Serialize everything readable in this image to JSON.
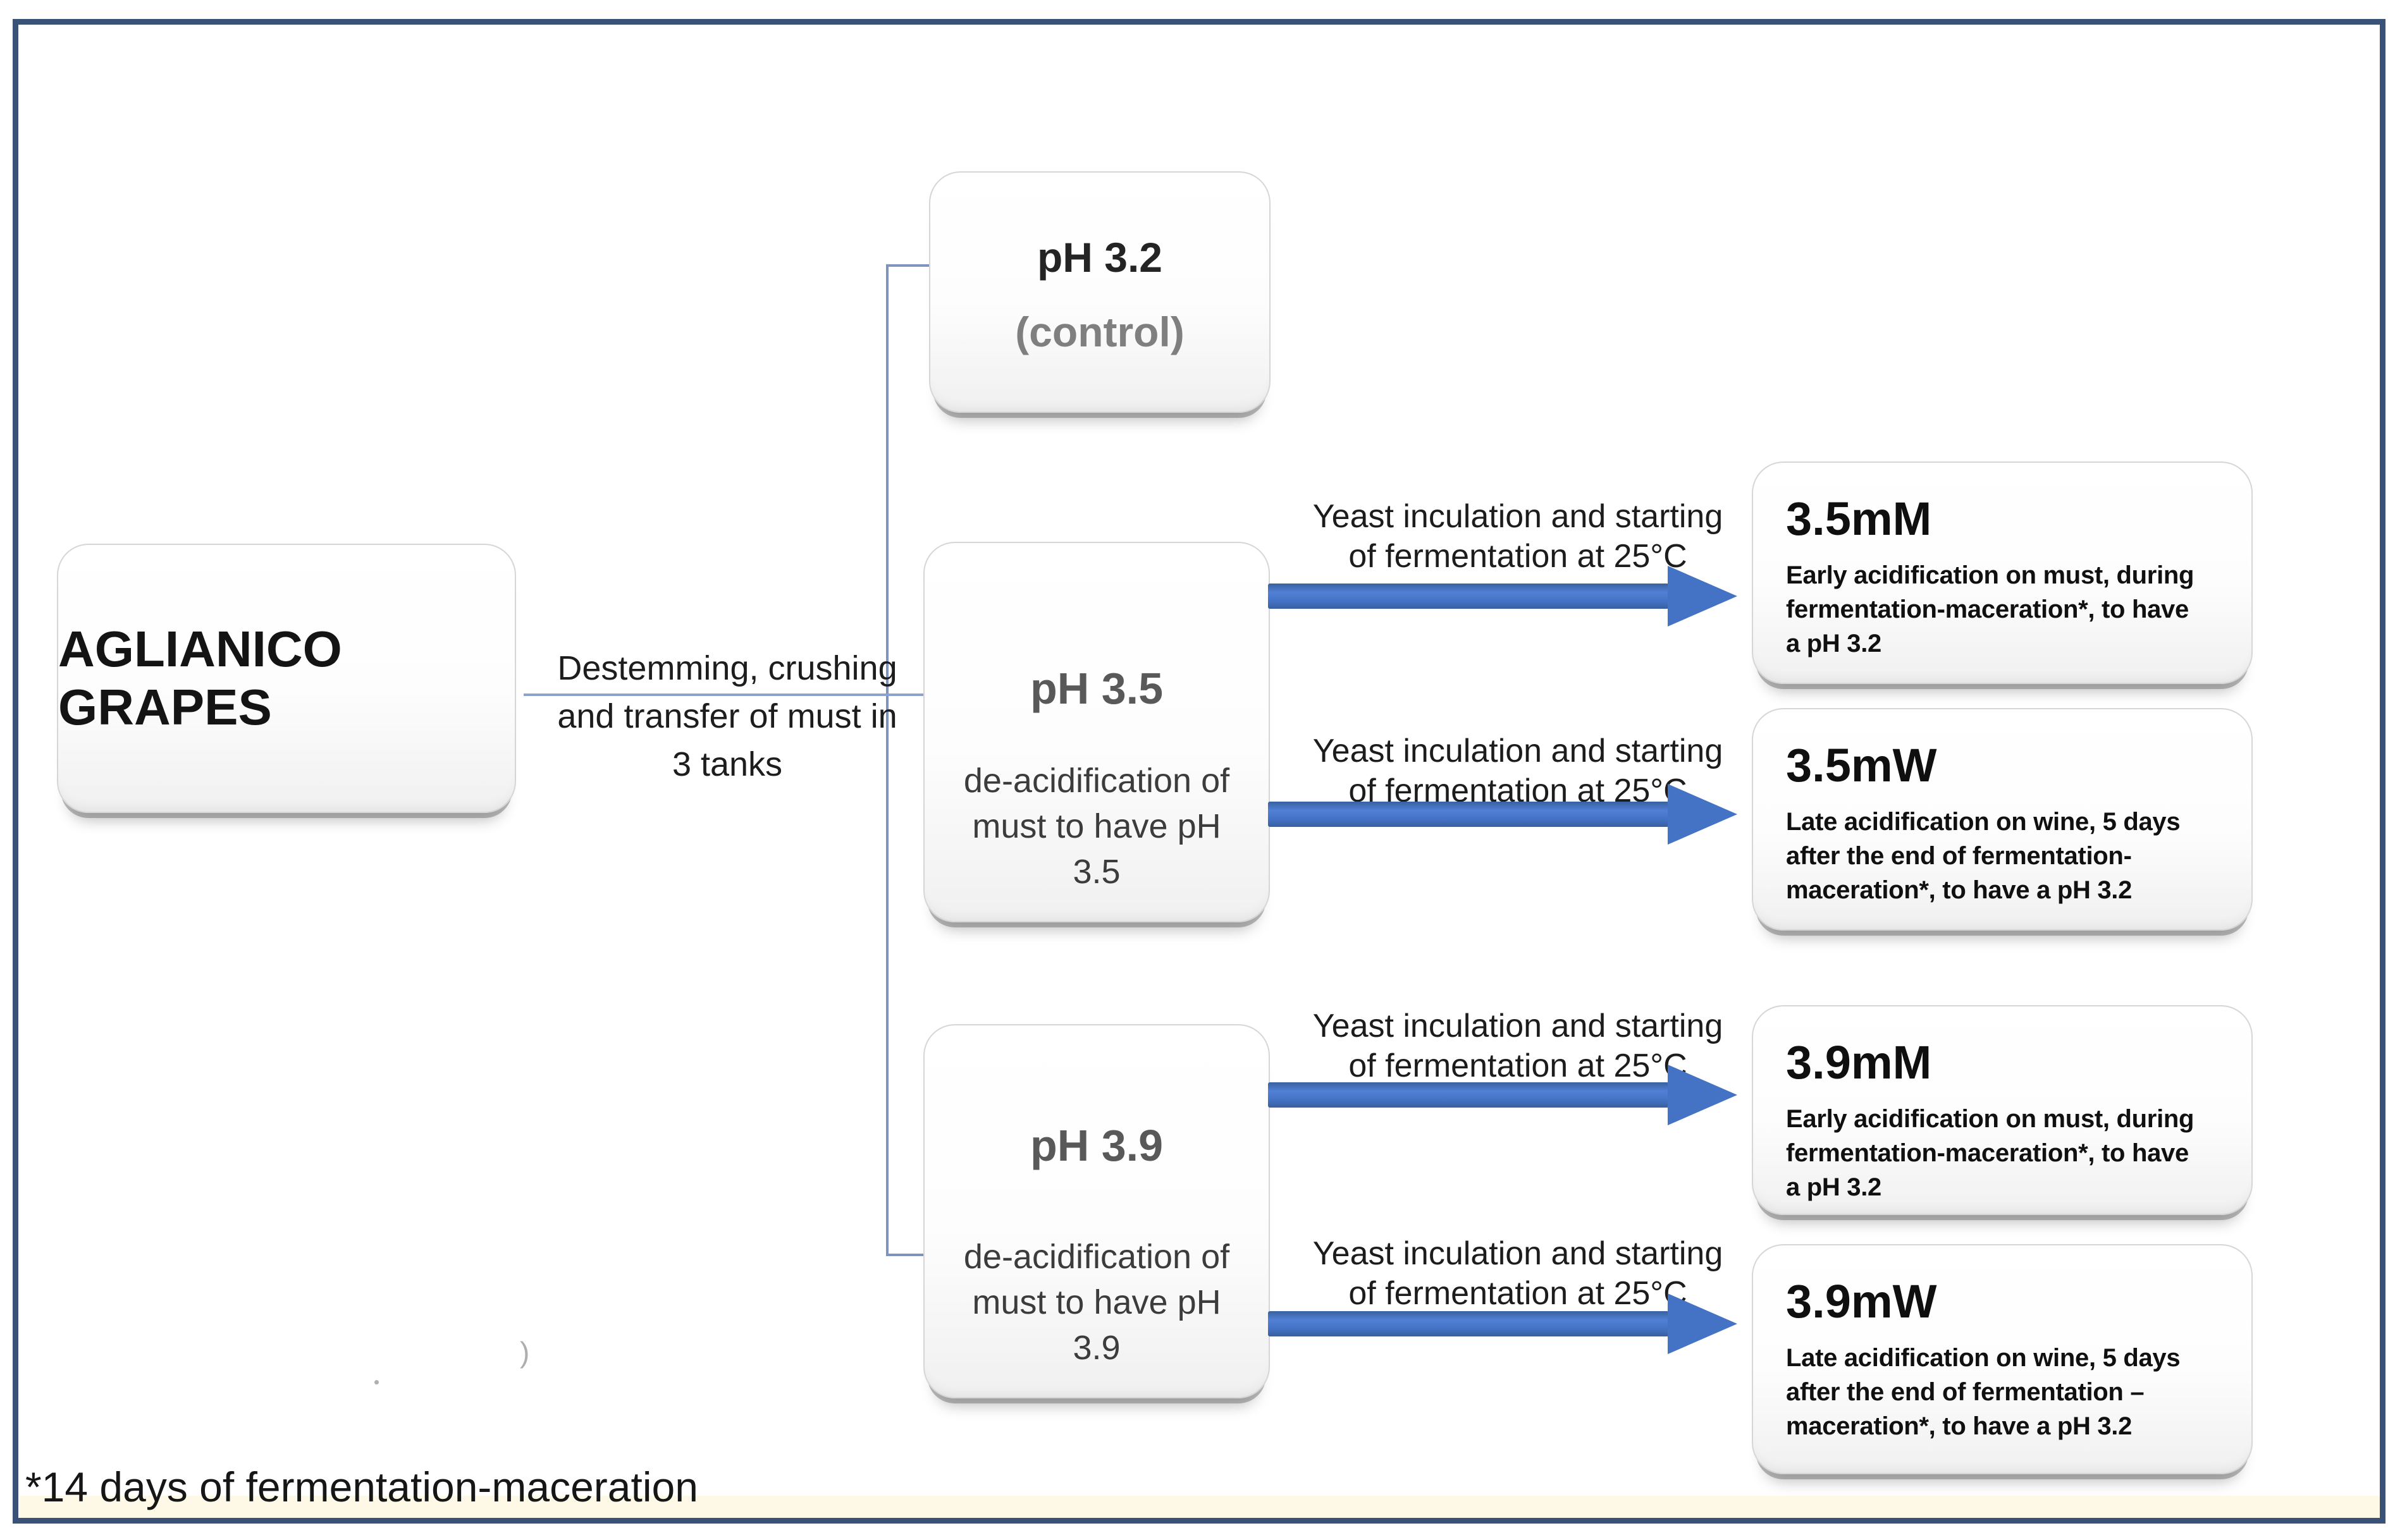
{
  "footnote": "*14 days of fermentation-maceration",
  "nodes": {
    "grapes": {
      "label": "AGLIANICO GRAPES"
    }
  },
  "transfer_step": {
    "line1": "Destemming, crushing",
    "line2": "and transfer of must in",
    "line3": "3 tanks"
  },
  "tanks": [
    {
      "title": "pH 3.2",
      "subtitle": "(control)"
    },
    {
      "title": "pH 3.5",
      "note": "de-acidification of must to have pH 3.5"
    },
    {
      "title": "pH 3.9",
      "note": "de-acidification of must to have pH 3.9"
    }
  ],
  "arrow_labels": [
    {
      "line1": "Yeast inculation and starting",
      "line2": "of fermentation at 25°C"
    },
    {
      "line1": "Yeast inculation and starting",
      "line2": "of fermentation at 25°C"
    },
    {
      "line1": "Yeast inculation and starting",
      "line2": "of fermentation at 25°C"
    },
    {
      "line1": "Yeast inculation and starting",
      "line2": "of fermentation at 25°C"
    }
  ],
  "treatments": [
    {
      "code": "3.5mM",
      "description": "Early acidification on must, during fermentation-maceration*,  to have a pH 3.2"
    },
    {
      "code": "3.5mW",
      "description": "Late acidification on wine, 5 days after the end of fermentation-maceration*, to have a pH 3.2"
    },
    {
      "code": "3.9mM",
      "description": "Early acidification on must, during fermentation-maceration*,  to have a pH 3.2"
    },
    {
      "code": "3.9mW",
      "description": "Late acidification on wine, 5 days after the end of fermentation – maceration*, to have a pH 3.2"
    }
  ],
  "artifacts": {
    "stray_paren": ")"
  },
  "colors": {
    "frame_border": "#3b5278",
    "arrow_blue": "#4472c4",
    "connector_blue": "#7e93bd",
    "muted_gray_text": "#7f7f7f",
    "tank_gray_text": "#595959"
  }
}
